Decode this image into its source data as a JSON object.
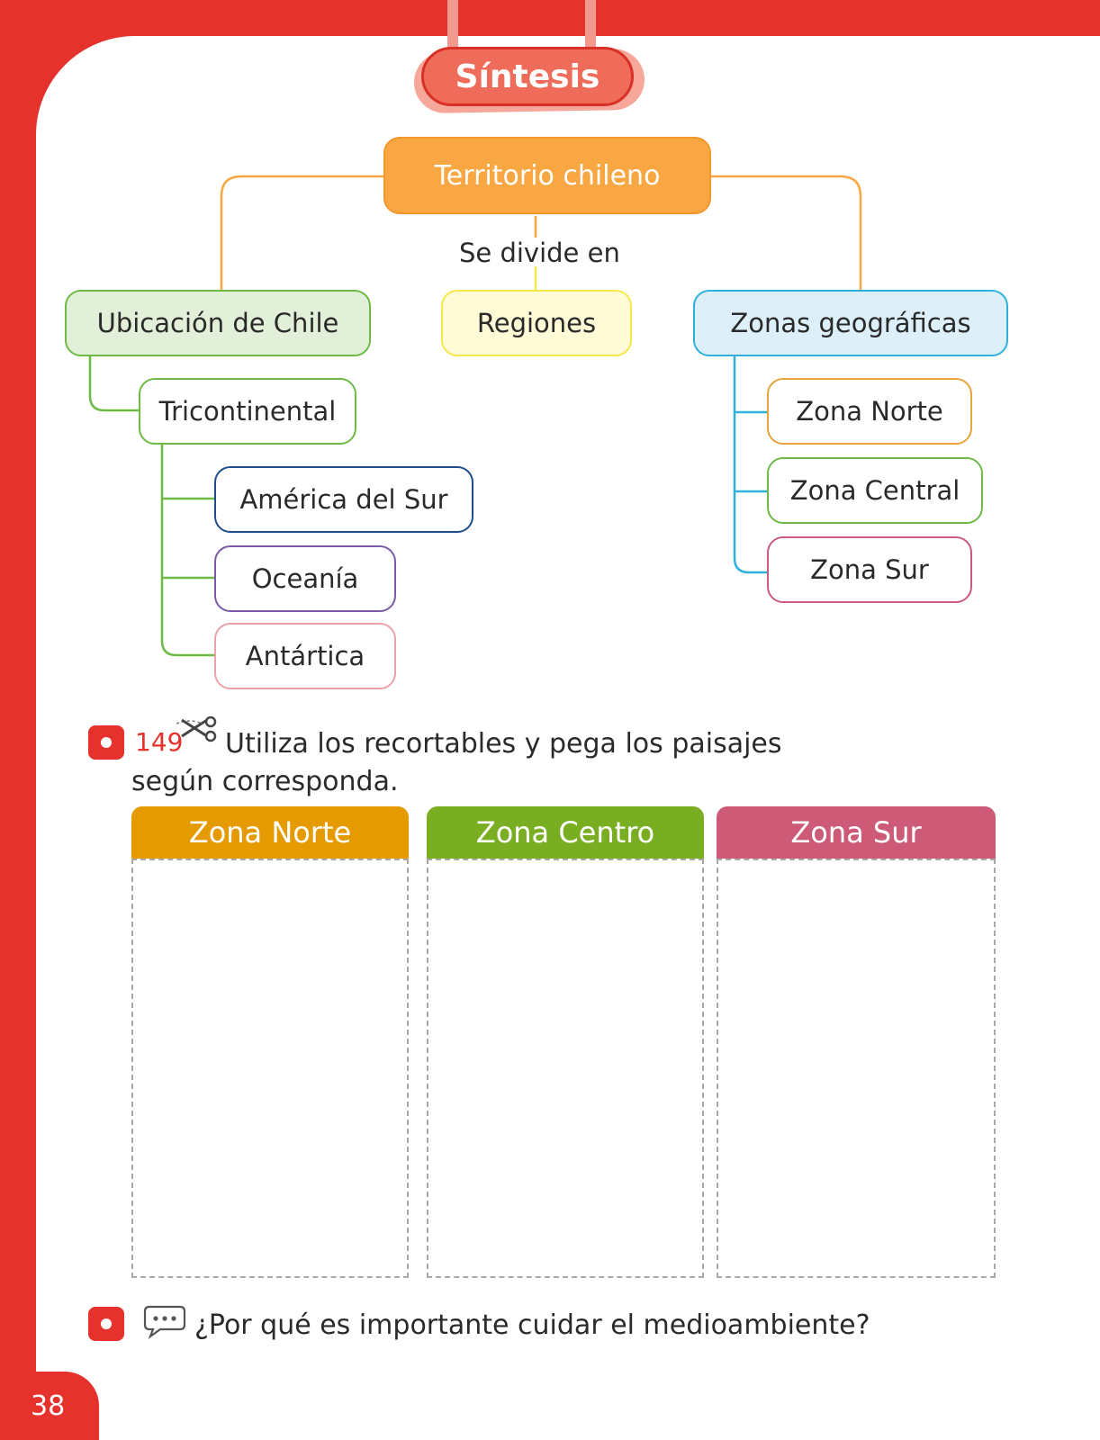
{
  "section_title": "Síntesis",
  "diagram": {
    "root": "Territorio chileno",
    "divides_label": "Se divide en",
    "branches": {
      "ubicacion": {
        "label": "Ubicación de Chile",
        "child": "Tricontinental",
        "grandchildren": [
          "América del Sur",
          "Oceanía",
          "Antártica"
        ]
      },
      "regiones": {
        "label": "Regiones"
      },
      "zonas": {
        "label": "Zonas geográficas",
        "children": [
          "Zona Norte",
          "Zona Central",
          "Zona Sur"
        ]
      }
    },
    "colors": {
      "root": "#f8a742",
      "green": "#6dbb45",
      "yellow": "#f3e84a",
      "blue": "#2fb1dc",
      "navy": "#1e4d8c",
      "purple": "#7b5ba6",
      "pink": "#e8a4a8",
      "orange": "#e8a33a",
      "magenta": "#cc5a7c"
    }
  },
  "activity1": {
    "page_ref": "149",
    "line1": "Utiliza los recortables y pega los paisajes",
    "line2": "según corresponda.",
    "columns": [
      {
        "title": "Zona Norte",
        "color": "#e59a00"
      },
      {
        "title": "Zona Centro",
        "color": "#7aae22"
      },
      {
        "title": "Zona Sur",
        "color": "#cd5b78"
      }
    ]
  },
  "activity2": {
    "question": "¿Por qué es importante cuidar el medioambiente?"
  },
  "page_number": "38"
}
